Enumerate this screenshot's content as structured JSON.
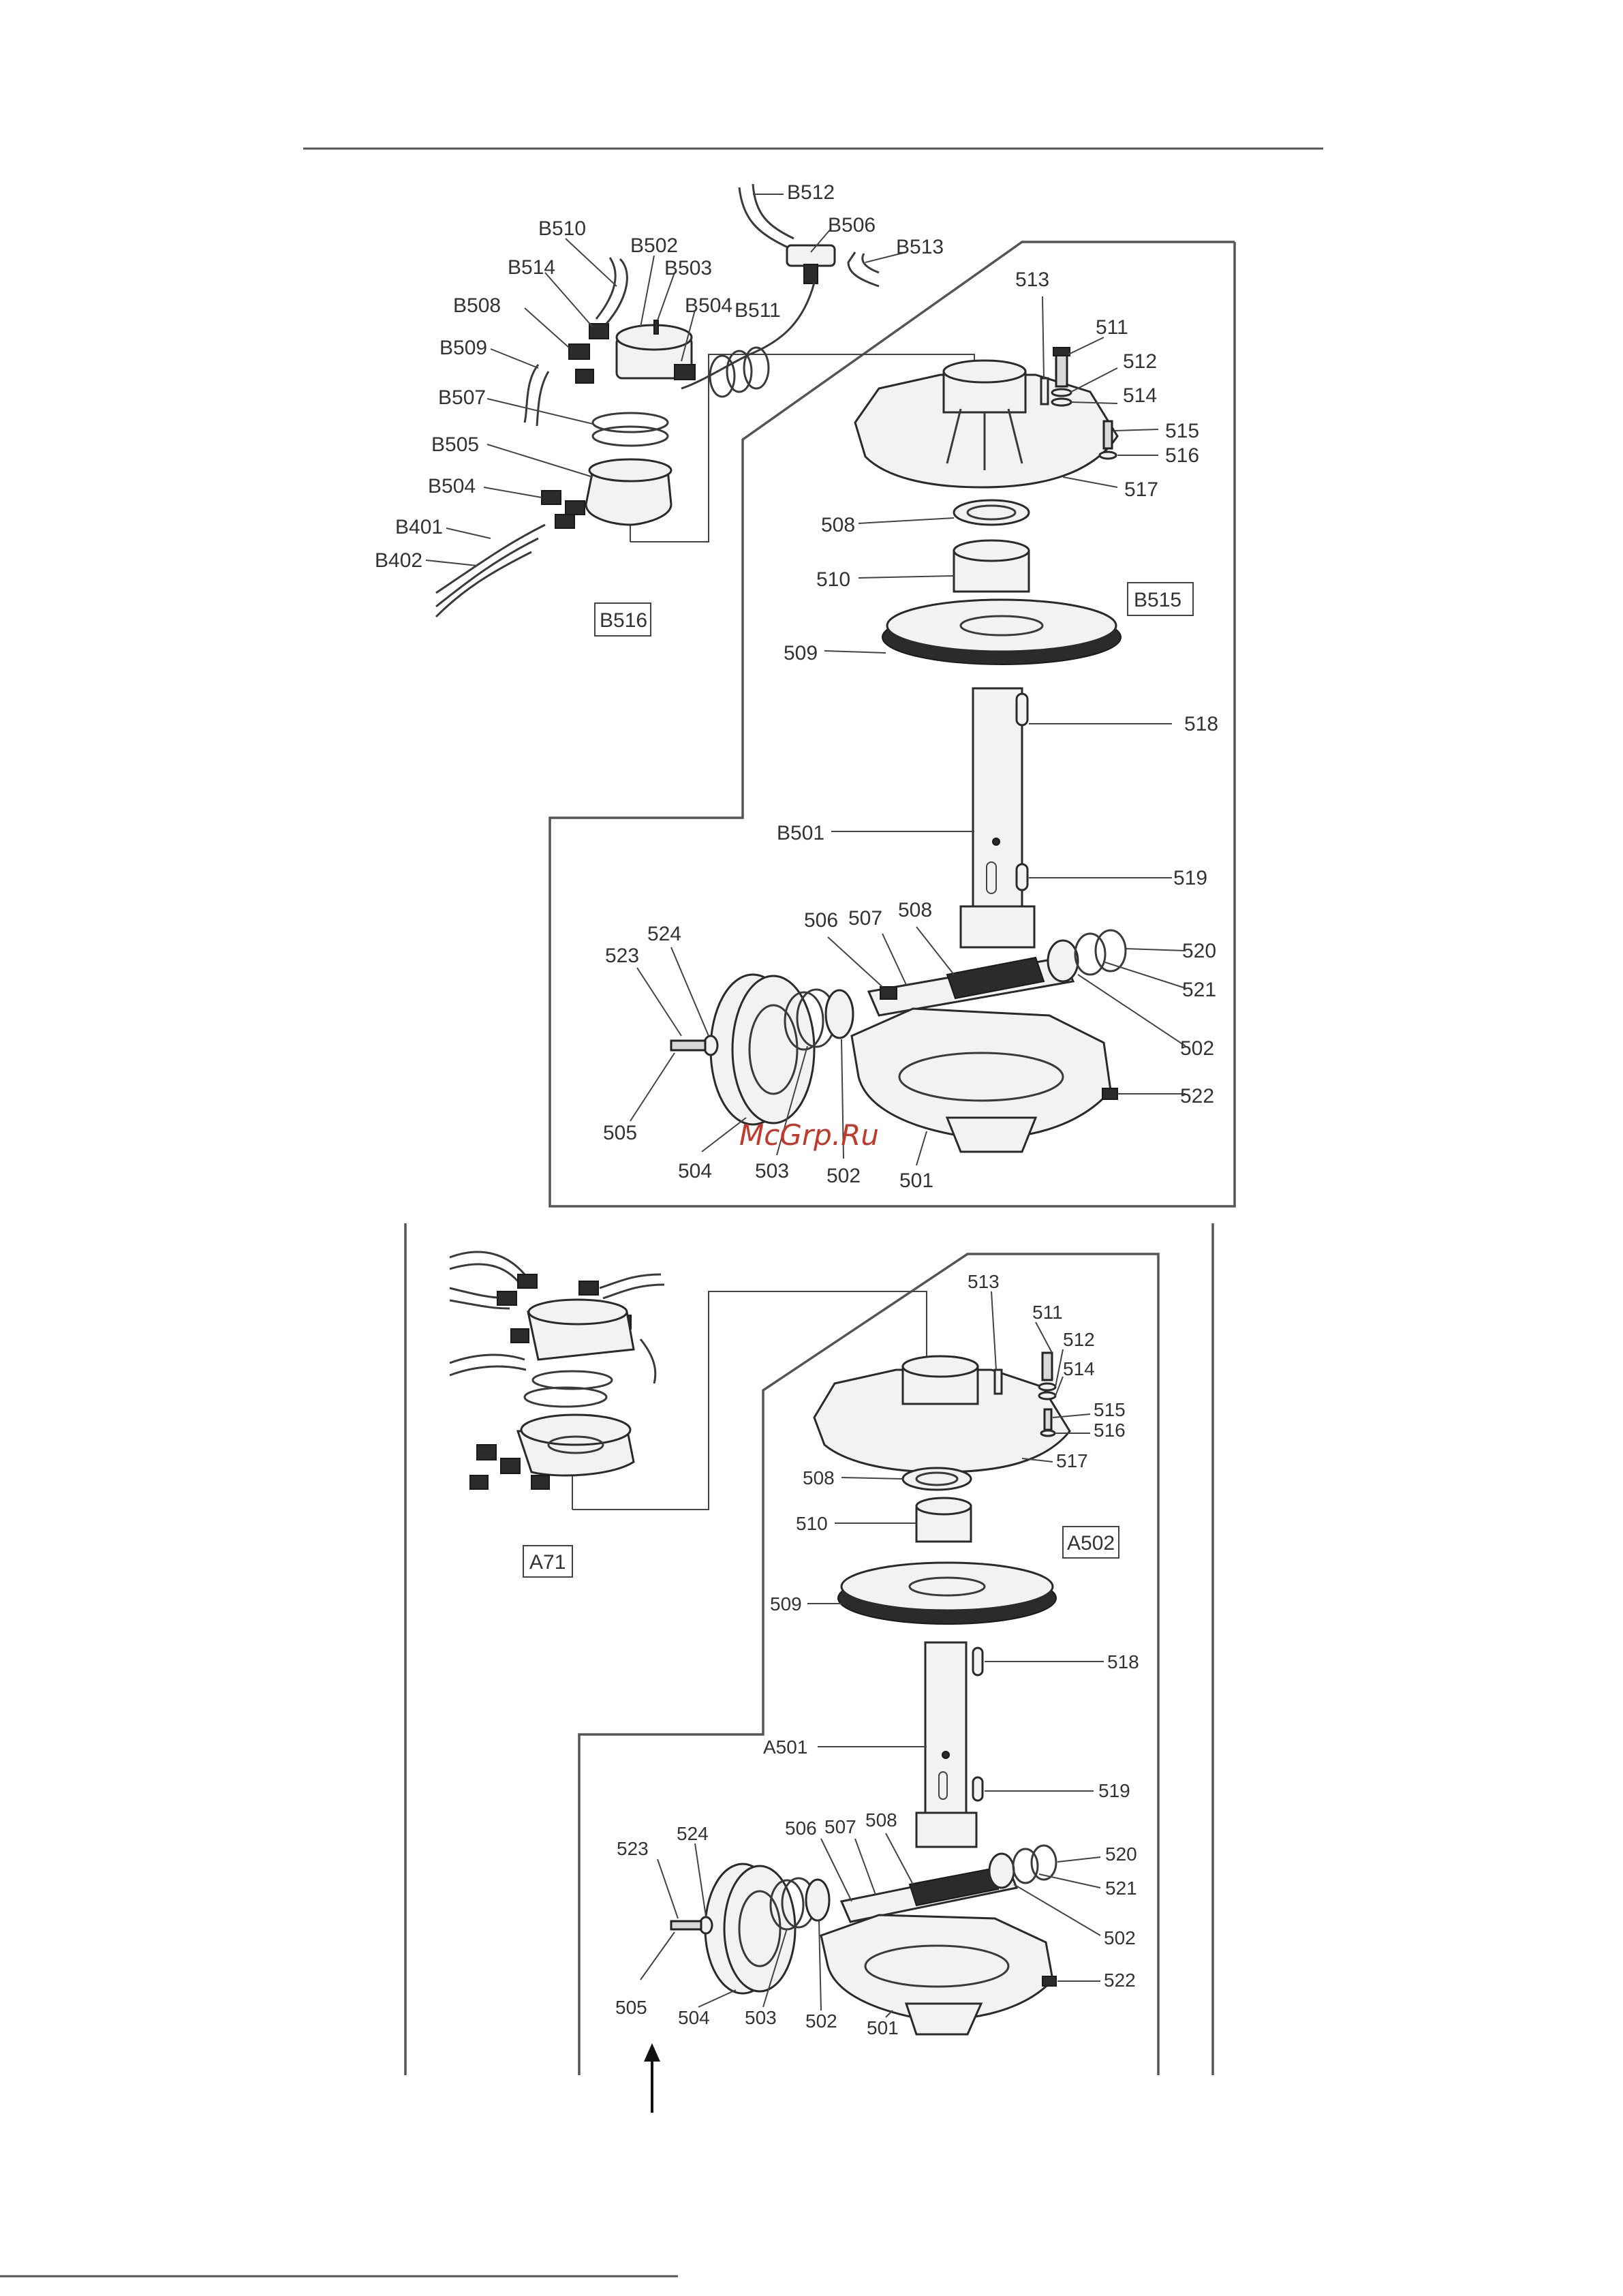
{
  "watermark": "McGrp.Ru",
  "upper": {
    "box_labels": {
      "left": "B516",
      "right": "B515"
    },
    "labels": {
      "b512": "B512",
      "b506": "B506",
      "b513": "B513",
      "b510": "B510",
      "b502": "B502",
      "b503": "B503",
      "b514": "B514",
      "b508": "B508",
      "b504a": "B504",
      "b511": "B511",
      "b509": "B509",
      "b507": "B507",
      "b505": "B505",
      "b504b": "B504",
      "b401": "B401",
      "b402": "B402",
      "p513": "513",
      "p511": "511",
      "p512": "512",
      "p514": "514",
      "p515": "515",
      "p516": "516",
      "p517": "517",
      "p508": "508",
      "p510": "510",
      "p509": "509",
      "p518": "518",
      "b501": "B501",
      "p519": "519",
      "p506": "506",
      "p507": "507",
      "p508b": "508",
      "p520": "520",
      "p521": "521",
      "p524": "524",
      "p523": "523",
      "p502r": "502",
      "p522": "522",
      "p505": "505",
      "p504": "504",
      "p503": "503",
      "p502b": "502",
      "p501": "501"
    }
  },
  "lower": {
    "box_labels": {
      "left": "A71",
      "right": "A502"
    },
    "labels": {
      "p513": "513",
      "p511": "511",
      "p512": "512",
      "p514": "514",
      "p515": "515",
      "p516": "516",
      "p517": "517",
      "p508": "508",
      "p510": "510",
      "p509": "509",
      "p518": "518",
      "a501": "A501",
      "p519": "519",
      "p506": "506",
      "p507": "507",
      "p508b": "508",
      "p520": "520",
      "p521": "521",
      "p524": "524",
      "p523": "523",
      "p502r": "502",
      "p522": "522",
      "p505": "505",
      "p504": "504",
      "p503": "503",
      "p502b": "502",
      "p501": "501"
    }
  }
}
